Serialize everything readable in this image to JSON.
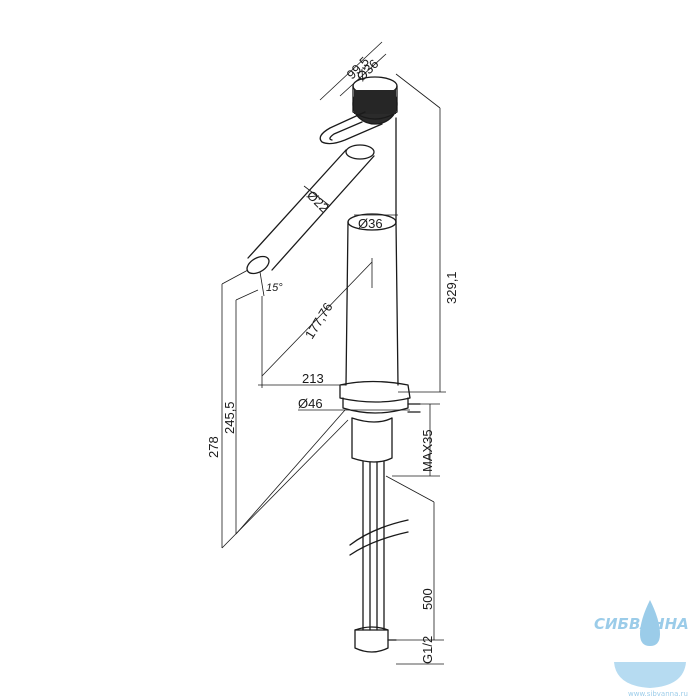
{
  "dimensions": {
    "d_99_5": "99,5",
    "d_dia36_top": "Ø36",
    "d_dia22": "Ø22",
    "d_dia36_body": "Ø36",
    "d_15deg": "15°",
    "d_177_76": "177,76",
    "d_213": "213",
    "d_dia46": "Ø46",
    "d_329_1": "329,1",
    "d_278": "278",
    "d_245_5": "245,5",
    "d_max35": "MAX35",
    "d_500": "500",
    "d_g12": "G1/2"
  },
  "watermark": {
    "brand": "СИБВАННА",
    "url": "www.sibvanna.ru",
    "color": "#4aa3d8"
  }
}
